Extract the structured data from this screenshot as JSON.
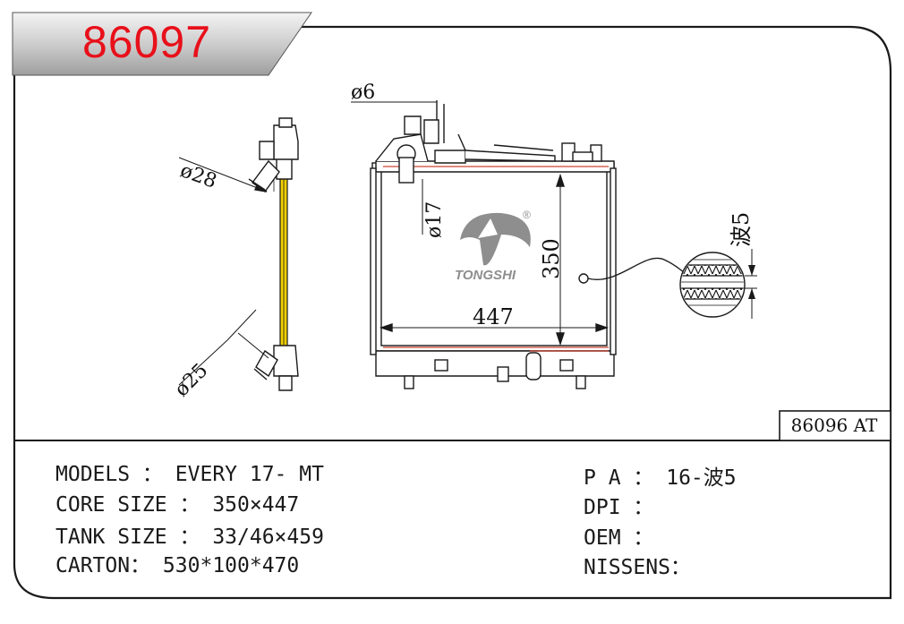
{
  "header": {
    "part_number": "86097",
    "alt_reference": "86096 AT"
  },
  "drawing": {
    "dim_inlet_upper": "ø28",
    "dim_inlet_lower": "ø25",
    "dim_small_pipe": "ø6",
    "dim_cap_pipe": "ø17",
    "dim_height": "350",
    "dim_width": "447",
    "dim_fin_pitch": "波5",
    "logo_text": "TONGSHI",
    "logo_mark": "®"
  },
  "specs_left": [
    {
      "label": "MODELS ： EVERY 17- MT"
    },
    {
      "label": "CORE SIZE ： 350×447"
    },
    {
      "label": "TANK SIZE ： 33/46×459"
    },
    {
      "label": "CARTON： 530*100*470"
    }
  ],
  "specs_right": [
    {
      "label": "P A ： 16-波5"
    },
    {
      "label": "DPI ："
    },
    {
      "label": "OEM ："
    },
    {
      "label": "NISSENS："
    }
  ],
  "colors": {
    "title_red": "#e8101a",
    "frame": "#1a1a1a",
    "banner_gray": "#bdbdbd",
    "accent_yellow": "#f0d000",
    "logo_gray": "#8e8e8e"
  }
}
